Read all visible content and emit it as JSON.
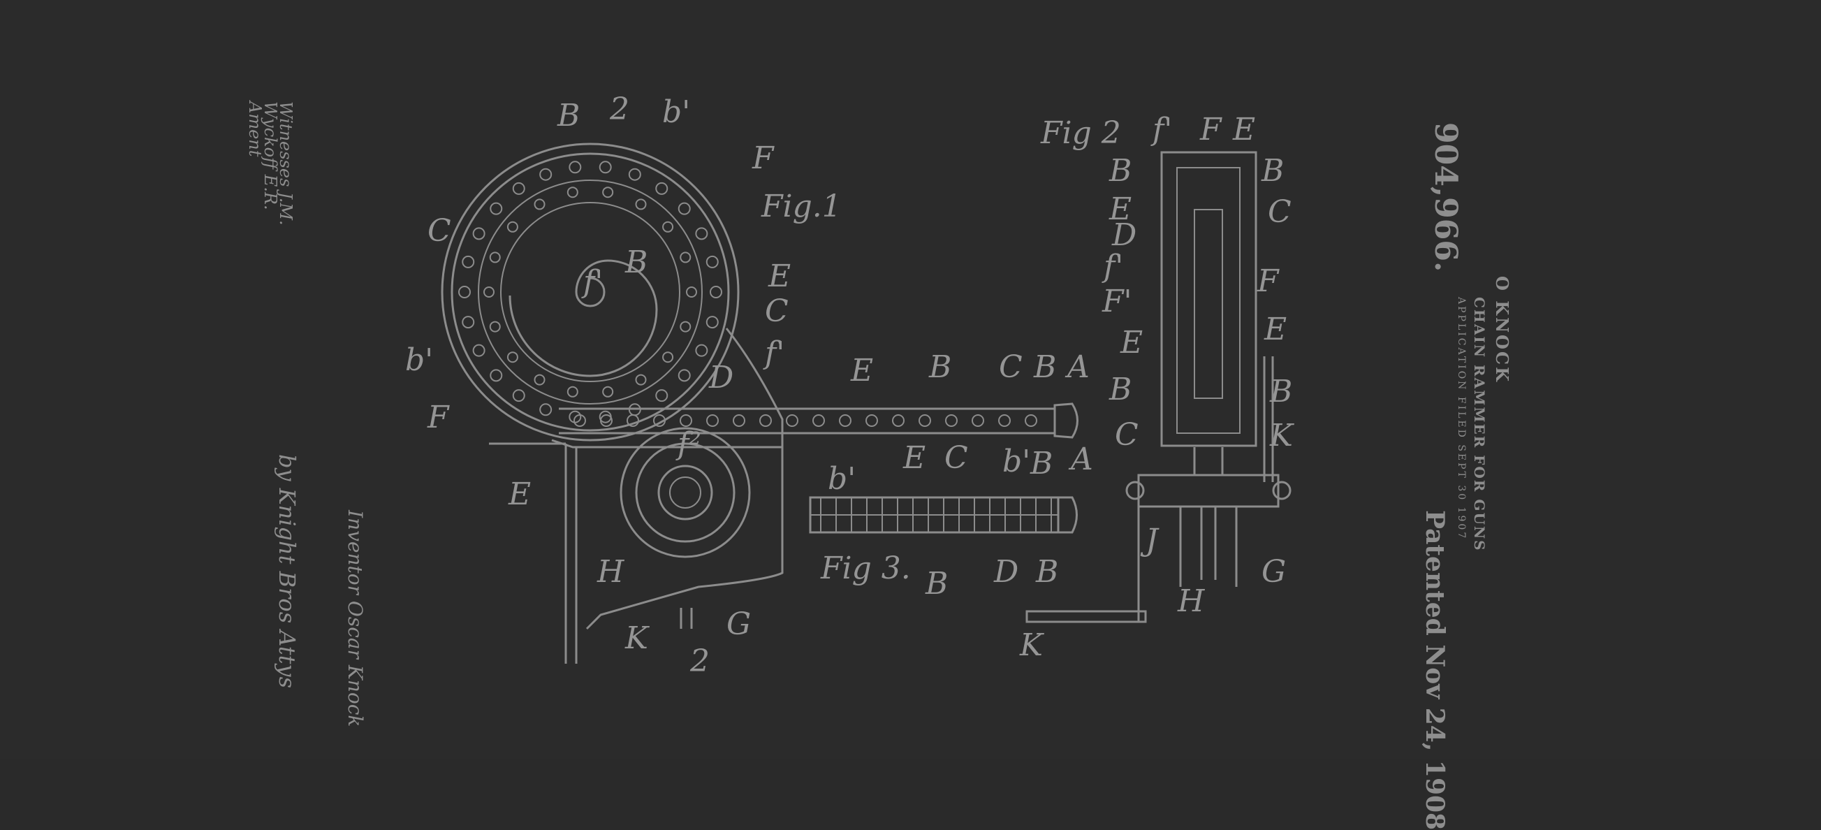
{
  "patent": {
    "number": "904,966.",
    "inventor_line": "O KNOCK",
    "title": "CHAIN RAMMER FOR GUNS",
    "filed": "APPLICATION FILED SEPT 30 1907",
    "patented": "Patented Nov 24, 1908"
  },
  "handwriting": {
    "witnesses": "Witnesses J.M. Wyckoff E.R. Ament",
    "inventor": "Inventor Oscar Knock",
    "attorneys": "by Knight Bros Attys"
  },
  "figures": {
    "fig1": "Fig.1",
    "fig2": "Fig 2",
    "fig3": "Fig 3."
  },
  "labels": [
    "B",
    "2",
    "b'",
    "F",
    "C",
    "B",
    "f'",
    "E",
    "C",
    "b'",
    "f'",
    "D",
    "F",
    "E",
    "B",
    "C",
    "B",
    "A",
    "b'",
    "f²",
    "b'",
    "E",
    "H",
    "K",
    "2",
    "G",
    "E",
    "C",
    "B",
    "A",
    "B",
    "D",
    "B",
    "f'",
    "F",
    "E",
    "B",
    "B",
    "E",
    "C",
    "D",
    "f'",
    "F",
    "F'",
    "E",
    "E",
    "B",
    "B",
    "C",
    "K",
    "J",
    "H",
    "G",
    "K"
  ],
  "colors": {
    "background": "#2b2b2b",
    "ink": "#8c8c8c"
  }
}
